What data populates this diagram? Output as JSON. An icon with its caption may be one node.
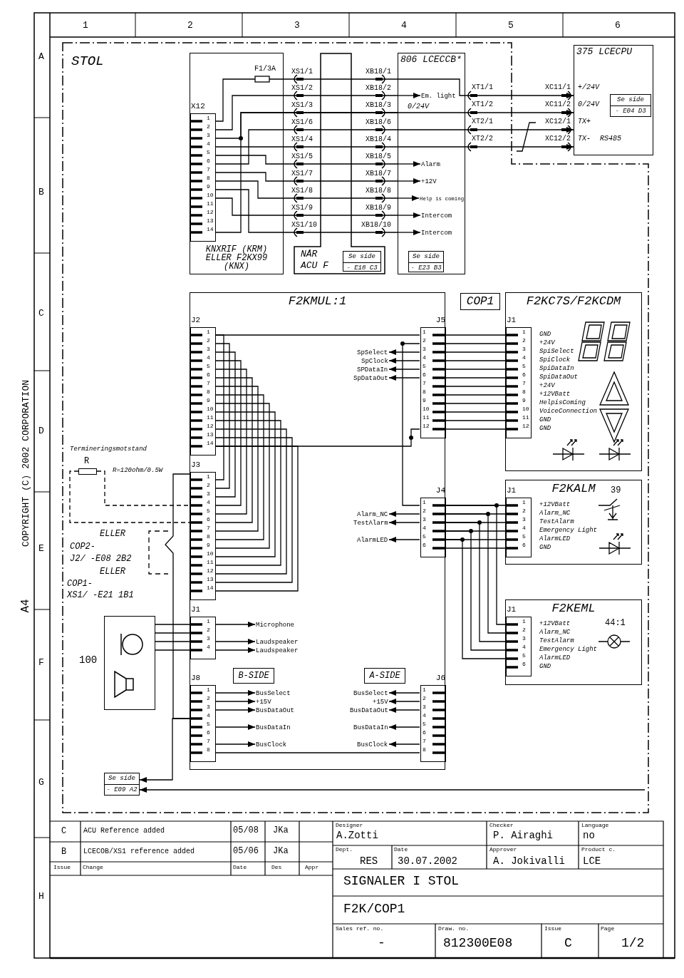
{
  "diagram": {
    "nodes": [
      {
        "text": [
          "KNXRIF (KRM) ELLER F2KX99 (KNX)"
        ]
      },
      {
        "text": [
          "X12",
          "1",
          "2",
          "3",
          "4",
          "5",
          "6",
          "7",
          "8",
          "9",
          "10",
          "11",
          "12",
          "13",
          "14"
        ],
        "in": 0
      },
      {
        "text": [
          "NÅR ACU F"
        ]
      },
      {
        "text": [
          "Se side",
          "- E18 C3"
        ],
        "in": 2
      },
      {
        "text": [
          "806 LCECCB*"
        ]
      },
      {
        "text": [
          "Se side",
          "- E23 B3"
        ],
        "in": 4
      },
      {
        "text": [
          "375 LCECPU"
        ]
      },
      {
        "text": [
          "Se side",
          "- E04 D3"
        ],
        "in": 6
      },
      {
        "text": [
          "F2KMUL:1"
        ]
      },
      {
        "text": [
          "J2",
          "1",
          "2",
          "3",
          "4",
          "5",
          "6",
          "7",
          "8",
          "9",
          "10",
          "11",
          "12",
          "13",
          "14"
        ],
        "in": 8
      },
      {
        "text": [
          "J5",
          "1",
          "2",
          "3",
          "4",
          "5",
          "6",
          "7",
          "8",
          "9",
          "10",
          "11",
          "12"
        ],
        "in": 8
      },
      {
        "text": [
          "J3",
          "1",
          "2",
          "3",
          "4",
          "5",
          "6",
          "7",
          "8",
          "9",
          "10",
          "11",
          "12",
          "13",
          "14"
        ],
        "in": 8
      },
      {
        "text": [
          "J4",
          "1",
          "2",
          "3",
          "4",
          "5",
          "6"
        ],
        "in": 8
      },
      {
        "text": [
          "J1",
          "1",
          "2",
          "3",
          "4"
        ],
        "in": 8
      },
      {
        "text": [
          "B-SIDE"
        ],
        "in": 8
      },
      {
        "text": [
          "A-SIDE"
        ],
        "in": 8
      },
      {
        "text": [
          "J8",
          "1",
          "2",
          "3",
          "4",
          "5",
          "6",
          "7",
          "8"
        ],
        "in": 8
      },
      {
        "text": [
          "J6",
          "1",
          "2",
          "3",
          "4",
          "5",
          "6",
          "7",
          "8"
        ],
        "in": 8
      },
      {
        "text": [
          "COP1"
        ]
      },
      {
        "text": [
          "F2KC7S/F2KCDM"
        ]
      },
      {
        "text": [
          "J1",
          "1",
          "2",
          "3",
          "4",
          "5",
          "6",
          "7",
          "8",
          "9",
          "10",
          "11",
          "12"
        ],
        "in": 19
      },
      {
        "text": [
          "F2KALM"
        ]
      },
      {
        "text": [
          "J1",
          "1",
          "2",
          "3",
          "4",
          "5",
          "6"
        ],
        "in": 21
      },
      {
        "text": [
          "F2KEML"
        ]
      },
      {
        "text": [
          "J1",
          "1",
          "2",
          "3",
          "4",
          "5",
          "6"
        ],
        "in": 23
      },
      {
        "text": [],
        "shape": "picture",
        "beside": [
          "100"
        ]
      },
      {
        "text": [
          "Se side",
          "- E09 A2"
        ]
      },
      {
        "text": [],
        "shape": "resistor",
        "beside": [
          "R"
        ]
      },
      {
        "text": [
          "Em. light"
        ],
        "in": 4
      },
      {
        "text": [
          "Alarm"
        ],
        "in": 4
      },
      {
        "text": [
          "+12V"
        ],
        "in": 4
      },
      {
        "text": [
          "Help is coming"
        ],
        "in": 4
      },
      {
        "text": [
          "Intercom"
        ],
        "in": 4
      },
      {
        "text": [
          "Intercom"
        ],
        "in": 4
      },
      {
        "text": [
          "SpSelect"
        ],
        "in": 8
      },
      {
        "text": [
          "SpClock"
        ],
        "in": 8
      },
      {
        "text": [
          "SPDataIn"
        ],
        "in": 8
      },
      {
        "text": [
          "SpDataOut"
        ],
        "in": 8
      },
      {
        "text": [
          "Alarm_NC"
        ],
        "in": 8
      },
      {
        "text": [
          "TestAlarm"
        ],
        "in": 8
      },
      {
        "text": [
          "AlarmLED"
        ],
        "in": 8
      },
      {
        "text": [
          "Microphone"
        ],
        "in": 8
      },
      {
        "text": [
          "Laudspeaker"
        ],
        "in": 8
      },
      {
        "text": [
          "Laudspeaker"
        ],
        "in": 8
      },
      {
        "text": [
          "BusSelect"
        ],
        "in": 8
      },
      {
        "text": [
          "+15V"
        ],
        "in": 8
      },
      {
        "text": [
          "BusDataOut"
        ],
        "in": 8
      },
      {
        "text": [
          "BusDataIn"
        ],
        "in": 8
      },
      {
        "text": [
          "BusClock"
        ],
        "in": 8
      },
      {
        "text": [
          "BusSelect"
        ],
        "in": 8
      },
      {
        "text": [
          "+15V"
        ],
        "in": 8
      },
      {
        "text": [
          "BusDataOut"
        ],
        "in": 8
      },
      {
        "text": [
          "BusDataIn"
        ],
        "in": 8
      },
      {
        "text": [
          "BusClock"
        ],
        "in": 8
      }
    ],
    "edges": [
      {
        "from": 1,
        "to": 4,
        "arrow": "none"
      },
      {
        "from": 1,
        "to": 4,
        "arrow": "none"
      },
      {
        "from": 1,
        "to": 4,
        "arrow": "none"
      },
      {
        "from": 1,
        "to": 4,
        "arrow": "none"
      },
      {
        "from": 1,
        "to": 4,
        "arrow": "none"
      },
      {
        "from": 1,
        "to": 4,
        "arrow": "none"
      },
      {
        "from": 1,
        "to": 4,
        "arrow": "none"
      },
      {
        "from": 1,
        "to": 4,
        "arrow": "none"
      },
      {
        "from": 1,
        "to": 4,
        "arrow": "none"
      },
      {
        "from": 1,
        "to": 4,
        "arrow": "none"
      },
      {
        "from": 1,
        "to": 4,
        "arrow": "none"
      },
      {
        "from": 4,
        "to": 6,
        "arrow": "to"
      },
      {
        "from": 4,
        "to": 6,
        "arrow": "to"
      },
      {
        "from": 4,
        "to": 6,
        "arrow": "to"
      },
      {
        "from": 4,
        "to": 6,
        "arrow": "to"
      },
      {
        "from": 9,
        "to": 11,
        "arrow": "none"
      },
      {
        "from": 9,
        "to": 11,
        "arrow": "none"
      },
      {
        "from": 9,
        "to": 11,
        "arrow": "none"
      },
      {
        "from": 9,
        "to": 11,
        "arrow": "none"
      },
      {
        "from": 9,
        "to": 11,
        "arrow": "none"
      },
      {
        "from": 9,
        "to": 11,
        "arrow": "none"
      },
      {
        "from": 9,
        "to": 11,
        "arrow": "none"
      },
      {
        "from": 9,
        "to": 11,
        "arrow": "none"
      },
      {
        "from": 9,
        "to": 11,
        "arrow": "none"
      },
      {
        "from": 9,
        "to": 11,
        "arrow": "none"
      },
      {
        "from": 9,
        "to": 11,
        "arrow": "none"
      },
      {
        "from": 9,
        "to": 11,
        "arrow": "none"
      },
      {
        "from": 9,
        "to": 11,
        "arrow": "none"
      },
      {
        "from": 9,
        "to": 11,
        "arrow": "none"
      },
      {
        "from": 9,
        "to": 10,
        "arrow": "none"
      },
      {
        "from": 9,
        "to": 10,
        "arrow": "none"
      },
      {
        "from": 10,
        "to": 12,
        "arrow": "none"
      },
      {
        "from": 10,
        "to": 20,
        "arrow": "none"
      },
      {
        "from": 10,
        "to": 20,
        "arrow": "none"
      },
      {
        "from": 10,
        "to": 20,
        "arrow": "none"
      },
      {
        "from": 10,
        "to": 20,
        "arrow": "none"
      },
      {
        "from": 10,
        "to": 20,
        "arrow": "none"
      },
      {
        "from": 10,
        "to": 20,
        "arrow": "none"
      },
      {
        "from": 10,
        "to": 20,
        "arrow": "none"
      },
      {
        "from": 10,
        "to": 20,
        "arrow": "none"
      },
      {
        "from": 10,
        "to": 20,
        "arrow": "none"
      },
      {
        "from": 10,
        "to": 20,
        "arrow": "none"
      },
      {
        "from": 10,
        "to": 20,
        "arrow": "none"
      },
      {
        "from": 10,
        "to": 20,
        "arrow": "none"
      },
      {
        "from": 12,
        "to": 22,
        "arrow": "none"
      },
      {
        "from": 12,
        "to": 22,
        "arrow": "none"
      },
      {
        "from": 12,
        "to": 22,
        "arrow": "none"
      },
      {
        "from": 12,
        "to": 22,
        "arrow": "none"
      },
      {
        "from": 12,
        "to": 22,
        "arrow": "none"
      },
      {
        "from": 12,
        "to": 22,
        "arrow": "none"
      },
      {
        "from": 12,
        "to": 24,
        "arrow": "none"
      },
      {
        "from": 12,
        "to": 24,
        "arrow": "none"
      },
      {
        "from": 12,
        "to": 24,
        "arrow": "none"
      },
      {
        "from": 12,
        "to": 24,
        "arrow": "none"
      },
      {
        "from": 12,
        "to": 24,
        "arrow": "none"
      },
      {
        "from": 13,
        "to": 25,
        "arrow": "none"
      },
      {
        "from": 13,
        "to": 25,
        "arrow": "none"
      },
      {
        "from": 13,
        "to": 25,
        "arrow": "none"
      },
      {
        "from": 13,
        "to": 25,
        "arrow": "none"
      },
      {
        "from": 16,
        "to": 17,
        "arrow": "none"
      },
      {
        "from": 16,
        "to": 26,
        "arrow": "to"
      },
      {
        "from": null,
        "to": 26,
        "arrow": "to"
      },
      {
        "from": 11,
        "to": 16,
        "arrow": "none"
      },
      {
        "from": 27,
        "to": 11,
        "arrow": "none",
        "style": "dashed"
      },
      {
        "from": 27,
        "to": 11,
        "arrow": "none",
        "style": "dashed"
      },
      {
        "from": 4,
        "to": 28,
        "arrow": "to"
      },
      {
        "from": 4,
        "to": 29,
        "arrow": "to"
      },
      {
        "from": 4,
        "to": 30,
        "arrow": "to"
      },
      {
        "from": 4,
        "to": 31,
        "arrow": "to"
      },
      {
        "from": 4,
        "to": 32,
        "arrow": "to"
      },
      {
        "from": 4,
        "to": 33,
        "arrow": "to"
      },
      {
        "from": 10,
        "to": 34,
        "arrow": "to"
      },
      {
        "from": 10,
        "to": 35,
        "arrow": "to"
      },
      {
        "from": 10,
        "to": 36,
        "arrow": "to"
      },
      {
        "from": 10,
        "to": 37,
        "arrow": "to"
      },
      {
        "from": 12,
        "to": 38,
        "arrow": "to"
      },
      {
        "from": 12,
        "to": 39,
        "arrow": "to"
      },
      {
        "from": 12,
        "to": 40,
        "arrow": "to"
      },
      {
        "from": 13,
        "to": 41,
        "arrow": "to"
      },
      {
        "from": 13,
        "to": 42,
        "arrow": "to"
      },
      {
        "from": 13,
        "to": 43,
        "arrow": "to"
      },
      {
        "from": 16,
        "to": 44,
        "arrow": "to"
      },
      {
        "from": 16,
        "to": 45,
        "arrow": "to"
      },
      {
        "from": 16,
        "to": 46,
        "arrow": "to"
      },
      {
        "from": 16,
        "to": 47,
        "arrow": "to"
      },
      {
        "from": 16,
        "to": 48,
        "arrow": "to"
      },
      {
        "from": 17,
        "to": 49,
        "arrow": "to"
      },
      {
        "from": 17,
        "to": 50,
        "arrow": "to"
      },
      {
        "from": 17,
        "to": 51,
        "arrow": "to"
      },
      {
        "from": 17,
        "to": 52,
        "arrow": "to"
      },
      {
        "from": 17,
        "to": 53,
        "arrow": "to"
      }
    ],
    "labels": [
      "1",
      "2",
      "3",
      "4",
      "5",
      "6",
      "A",
      "B",
      "C",
      "D",
      "E",
      "F",
      "G",
      "H",
      "COPYRIGHT (C) 2002 CORPORATION",
      "A4",
      "STOL",
      "F1/3A",
      "XS1/1",
      "XS1/2",
      "XS1/3",
      "XS1/6",
      "XS1/4",
      "XS1/5",
      "XS1/7",
      "XS1/8",
      "XS1/9",
      "XS1/10",
      "XB18/1",
      "XB18/2",
      "XB18/3",
      "XB18/6",
      "XB18/4",
      "XB18/5",
      "XB18/7",
      "XB18/8",
      "XB18/9",
      "XB18/10",
      "0/24V",
      "XT1/1",
      "XT1/2",
      "XT2/1",
      "XT2/2",
      "XC11/1",
      "XC11/2",
      "XC12/1",
      "XC12/2",
      "+/24V",
      "0/24V",
      "TX+",
      "TX-",
      "RS485",
      "Termineringsmotstand",
      "R=120ohm/0.5W",
      "ELLER",
      "COP2-",
      "J2/ -E08 2B2",
      "ELLER",
      "COP1-",
      "XS1/ -E21 1B1",
      "GND",
      "+24V",
      "SpiSelect",
      "SpiClock",
      "SpiDataIn",
      "SpiDataOut",
      "+24V",
      "+12VBatt",
      "HelpisComing",
      "VoiceConnection",
      "GND",
      "GND",
      "+12VBatt",
      "Alarm_NC",
      "TestAlarm",
      "Emergency Light",
      "AlarmLED",
      "GND",
      "39",
      "+12VBatt",
      "Alarm_NC",
      "TestAlarm",
      "Emergency Light",
      "AlarmLED",
      "GND",
      "44:1",
      "C",
      "ACU Reference added",
      "05/08",
      "JKa",
      "B",
      "LCECOB/XS1 reference added",
      "05/06",
      "JKa",
      "Issue",
      "Change",
      "Date",
      "Des",
      "Appr",
      "Designer",
      "A.Zotti",
      "Checker",
      "P. Airaghi",
      "Language",
      "no",
      "Dept.",
      "RES",
      "Date",
      "30.07.2002",
      "Approver",
      "A. Jokivalli",
      "Product c.",
      "LCE",
      "SIGNALER I STOL",
      "F2K/COP1",
      "Sales ref. no.",
      "-",
      "Draw. no.",
      "812300E08",
      "Issue",
      "C",
      "Page",
      "1/2"
    ]
  }
}
